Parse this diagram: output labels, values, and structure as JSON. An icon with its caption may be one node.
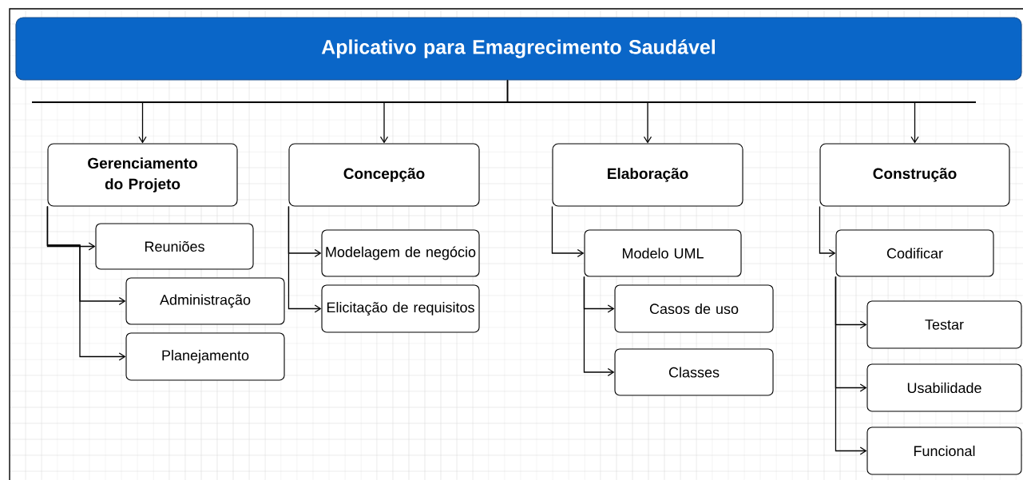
{
  "diagram": {
    "nodes": [
      {
        "text": [
          "Aplicativo para Emagrecimento Saudável"
        ]
      },
      {
        "text": [
          "Gerenciamento do Projeto"
        ]
      },
      {
        "text": [
          "Concepção"
        ]
      },
      {
        "text": [
          "Elaboração"
        ]
      },
      {
        "text": [
          "Construção"
        ]
      },
      {
        "text": [
          "Reuniões"
        ]
      },
      {
        "text": [
          "Administração"
        ]
      },
      {
        "text": [
          "Planejamento"
        ]
      },
      {
        "text": [
          "Modelagem de negócio"
        ]
      },
      {
        "text": [
          "Elicitação de requisitos"
        ]
      },
      {
        "text": [
          "Modelo UML"
        ]
      },
      {
        "text": [
          "Casos de uso"
        ]
      },
      {
        "text": [
          "Classes"
        ]
      },
      {
        "text": [
          "Codificar"
        ]
      },
      {
        "text": [
          "Testar"
        ]
      },
      {
        "text": [
          "Usabilidade"
        ]
      },
      {
        "text": [
          "Funcional"
        ]
      }
    ],
    "edges": [
      {
        "from": 0,
        "to": 1,
        "arrow": "to"
      },
      {
        "from": 0,
        "to": 2,
        "arrow": "to"
      },
      {
        "from": 0,
        "to": 3,
        "arrow": "to"
      },
      {
        "from": 0,
        "to": 4,
        "arrow": "to"
      },
      {
        "from": 1,
        "to": 5,
        "arrow": "to"
      },
      {
        "from": 1,
        "to": 6,
        "arrow": "to"
      },
      {
        "from": 1,
        "to": 7,
        "arrow": "to"
      },
      {
        "from": 2,
        "to": 8,
        "arrow": "to"
      },
      {
        "from": 2,
        "to": 9,
        "arrow": "to"
      },
      {
        "from": 3,
        "to": 10,
        "arrow": "to"
      },
      {
        "from": 10,
        "to": 11,
        "arrow": "to"
      },
      {
        "from": 10,
        "to": 12,
        "arrow": "to"
      },
      {
        "from": 4,
        "to": 13,
        "arrow": "to"
      },
      {
        "from": 13,
        "to": 14,
        "arrow": "to"
      },
      {
        "from": 13,
        "to": 15,
        "arrow": "to"
      },
      {
        "from": 13,
        "to": 16,
        "arrow": "to"
      }
    ]
  }
}
